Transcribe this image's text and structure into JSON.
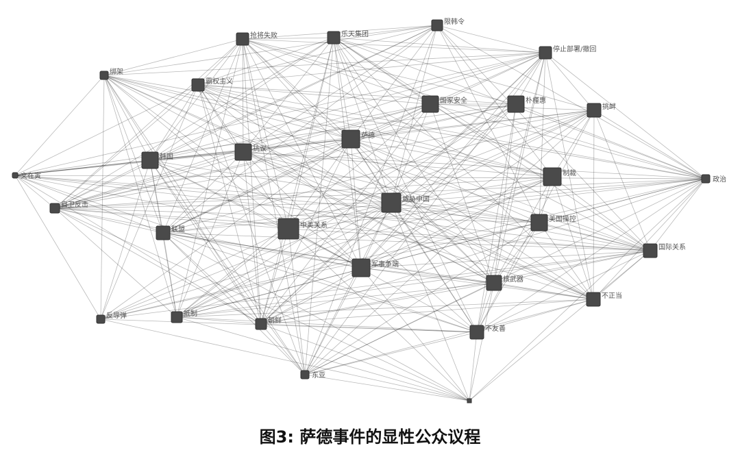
{
  "caption": "图3: 萨德事件的显性公众议程",
  "nodes": [
    {
      "id": "jiangjiang",
      "label": "抢将失败"
    },
    {
      "id": "lotte",
      "label": "乐天集团"
    },
    {
      "id": "xianhan",
      "label": "限韩令"
    },
    {
      "id": "tingzhi",
      "label": "停止部署/撤回"
    },
    {
      "id": "bangjia",
      "label": "绑架"
    },
    {
      "id": "bachuan",
      "label": "霸权主义"
    },
    {
      "id": "guojia",
      "label": "国家安全"
    },
    {
      "id": "piaohui",
      "label": "朴槿惠"
    },
    {
      "id": "tiaoxin",
      "label": "挑衅"
    },
    {
      "id": "sayde",
      "label": "萨德"
    },
    {
      "id": "jianyi",
      "label": "抗议"
    },
    {
      "id": "hanguo",
      "label": "韩国"
    },
    {
      "id": "zhicai",
      "label": "制裁"
    },
    {
      "id": "wenzai",
      "label": "文在寅"
    },
    {
      "id": "zhengzhi",
      "label": "政治"
    },
    {
      "id": "weixie",
      "label": "威胁中国"
    },
    {
      "id": "ziwei",
      "label": "自卫反击"
    },
    {
      "id": "meiguo",
      "label": "美国操控"
    },
    {
      "id": "zhongmei",
      "label": "中美关系"
    },
    {
      "id": "lianmeng",
      "label": "联盟"
    },
    {
      "id": "guoji",
      "label": "国际关系"
    },
    {
      "id": "junshi",
      "label": "军事争端"
    },
    {
      "id": "hewuqi",
      "label": "核武器"
    },
    {
      "id": "buzhengdang",
      "label": "不正当"
    },
    {
      "id": "fandui",
      "label": "反导弹"
    },
    {
      "id": "dizhi",
      "label": "抵制"
    },
    {
      "id": "chaoxian",
      "label": "朝鲜"
    },
    {
      "id": "buzhishan",
      "label": "不友善"
    },
    {
      "id": "dongya",
      "label": "东亚"
    }
  ]
}
